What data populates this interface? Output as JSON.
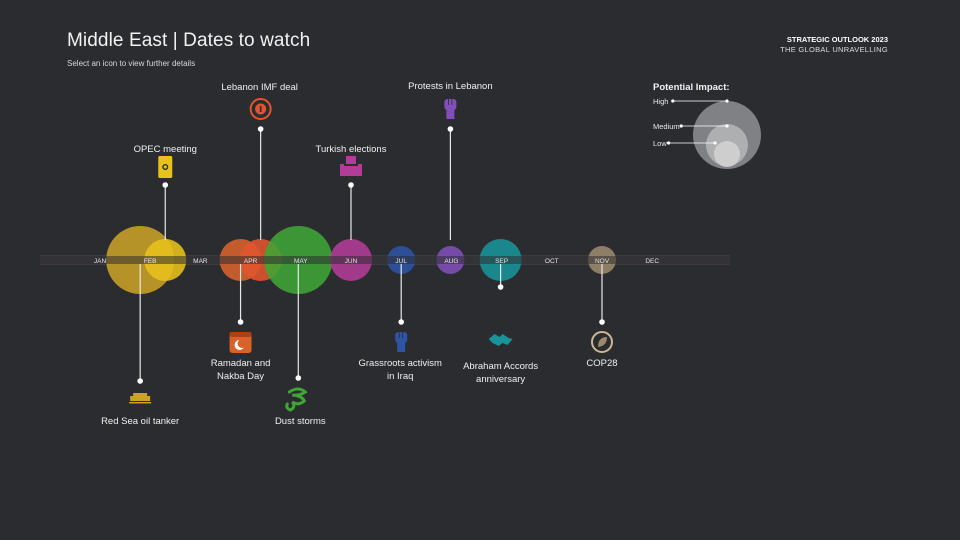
{
  "header": {
    "title": "Middle East | Dates to watch",
    "subtitle": "Select an icon to view further details",
    "brand_line1": "STRATEGIC OUTLOOK 2023",
    "brand_line2": "THE GLOBAL UNRAVELLING"
  },
  "legend": {
    "title": "Potential Impact:",
    "levels": [
      "High",
      "Medium",
      "Low"
    ]
  },
  "timeline": {
    "months": [
      "JAN",
      "FEB",
      "MAR",
      "APR",
      "MAY",
      "JUN",
      "JUL",
      "AUG",
      "SEP",
      "OCT",
      "NOV",
      "DEC"
    ]
  },
  "events": [
    {
      "id": "red-sea-oil-tanker",
      "label": "Red Sea oil tanker",
      "month": 1.8,
      "impact": "high",
      "color": "#c9a227",
      "side": "below",
      "icon": "oil-tanker-icon"
    },
    {
      "id": "opec-meeting",
      "label": "OPEC meeting",
      "month": 2.3,
      "impact": "medium",
      "color": "#e8c21a",
      "side": "above",
      "icon": "oil-barrel-icon"
    },
    {
      "id": "ramadan-nakba",
      "label": "Ramadan and Nakba Day",
      "month": 3.8,
      "impact": "medium",
      "color": "#d9622b",
      "side": "below",
      "icon": "calendar-moon-icon"
    },
    {
      "id": "lebanon-imf-deal",
      "label": "Lebanon IMF deal",
      "month": 4.2,
      "impact": "medium",
      "color": "#e0552f",
      "side": "above",
      "icon": "currency-cycle-icon"
    },
    {
      "id": "dust-storms",
      "label": "Dust storms",
      "month": 4.95,
      "impact": "high",
      "color": "#3fa535",
      "side": "below",
      "icon": "dust-storm-icon"
    },
    {
      "id": "turkish-elections",
      "label": "Turkish elections",
      "month": 6.0,
      "impact": "medium",
      "color": "#b23c96",
      "side": "above",
      "icon": "ballot-box-icon"
    },
    {
      "id": "grassroots-iraq",
      "label": "Grassroots activism in Iraq",
      "month": 7.0,
      "impact": "low",
      "color": "#2e54a3",
      "side": "below",
      "icon": "raised-fist-icon"
    },
    {
      "id": "protests-lebanon",
      "label": "Protests in Lebanon",
      "month": 7.98,
      "impact": "low",
      "color": "#8050b8",
      "side": "above",
      "icon": "protest-fist-icon"
    },
    {
      "id": "abraham-accords",
      "label": "Abraham Accords anniversary",
      "month": 8.98,
      "impact": "medium",
      "color": "#179498",
      "side": "below",
      "icon": "handshake-icon"
    },
    {
      "id": "cop28",
      "label": "COP28",
      "month": 11.0,
      "impact": "low",
      "color": "#9b8a6c",
      "side": "below",
      "icon": "leaf-icon"
    }
  ]
}
